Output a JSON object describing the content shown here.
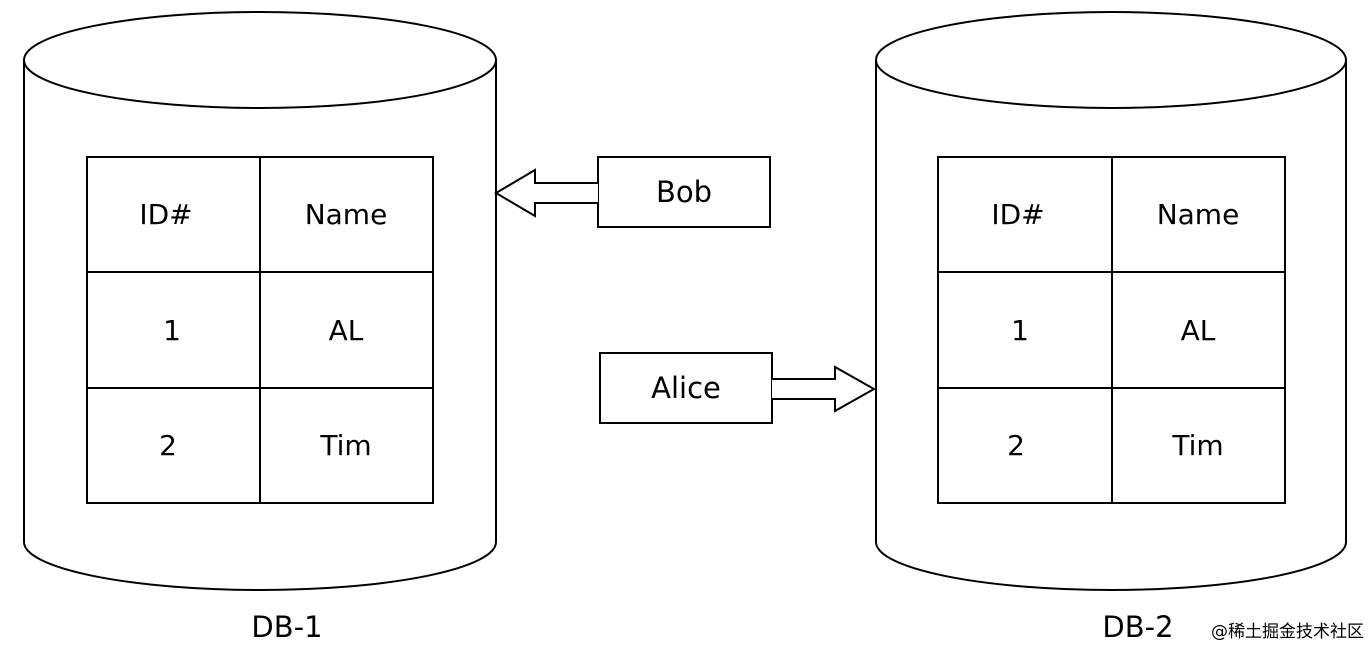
{
  "diagram": {
    "databases": [
      {
        "id": "db1",
        "label": "DB-1",
        "table": {
          "headers": [
            "ID#",
            "Name"
          ],
          "rows": [
            [
              "1",
              "AL"
            ],
            [
              "2",
              "Tim"
            ]
          ]
        }
      },
      {
        "id": "db2",
        "label": "DB-2",
        "table": {
          "headers": [
            "ID#",
            "Name"
          ],
          "rows": [
            [
              "1",
              "AL"
            ],
            [
              "2",
              "Tim"
            ]
          ]
        }
      }
    ],
    "users": [
      {
        "id": "bob",
        "label": "Bob",
        "arrow_target": "DB-1",
        "arrow_direction": "left"
      },
      {
        "id": "alice",
        "label": "Alice",
        "arrow_target": "DB-2",
        "arrow_direction": "right"
      }
    ]
  },
  "watermark": "@稀土掘金技术社区",
  "colors": {
    "stroke": "#000000",
    "background": "#ffffff",
    "watermark": "#9a9a9a"
  }
}
